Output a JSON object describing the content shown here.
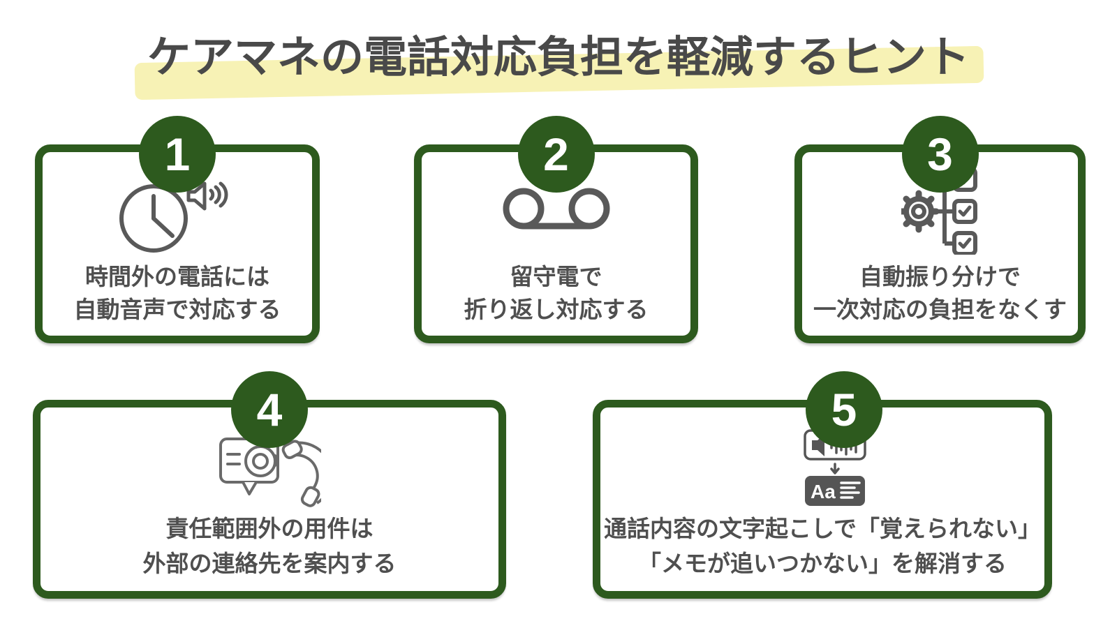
{
  "title": "ケアマネの電話対応負担を軽減するヒント",
  "colors": {
    "accent_green": "#2d5a1e",
    "title_highlight_yellow": "#f7f2b5",
    "body_text_gray": "#4f4f4f",
    "icon_gray": "#595959"
  },
  "cards": [
    {
      "number": "1",
      "icon": "clock-announcement-icon",
      "lines": [
        "時間外の電話には",
        "自動音声で対応する"
      ]
    },
    {
      "number": "2",
      "icon": "voicemail-icon",
      "lines": [
        "留守電で",
        "折り返し対応する"
      ]
    },
    {
      "number": "3",
      "icon": "auto-routing-icon",
      "lines": [
        "自動振り分けで",
        "一次対応の負担をなくす"
      ]
    },
    {
      "number": "4",
      "icon": "message-at-phone-icon",
      "lines": [
        "責任範囲外の用件は",
        "外部の連絡先を案内する"
      ]
    },
    {
      "number": "5",
      "icon": "speech-to-text-icon",
      "lines": [
        "通話内容の文字起こしで「覚えられない」",
        "「メモが追いつかない」を解消する"
      ]
    }
  ],
  "card5_icon": {
    "aa_label": "Aa"
  }
}
